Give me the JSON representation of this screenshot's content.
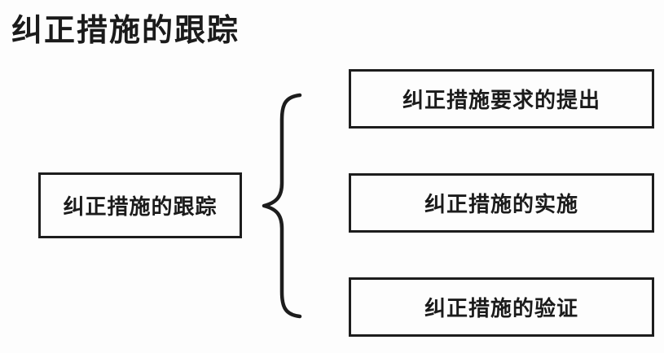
{
  "page": {
    "title": "纠正措施的跟踪",
    "background_color": "#fdfdfd",
    "line_color": "#1d1d1d",
    "text_color": "#1b1b1b"
  },
  "diagram": {
    "type": "brace-map",
    "root": {
      "label": "纠正措施的跟踪"
    },
    "brace_icon": "left-curly-brace",
    "children": [
      {
        "label": "纠正措施要求的提出"
      },
      {
        "label": "纠正措施的实施"
      },
      {
        "label": "纠正措施的验证"
      }
    ]
  }
}
